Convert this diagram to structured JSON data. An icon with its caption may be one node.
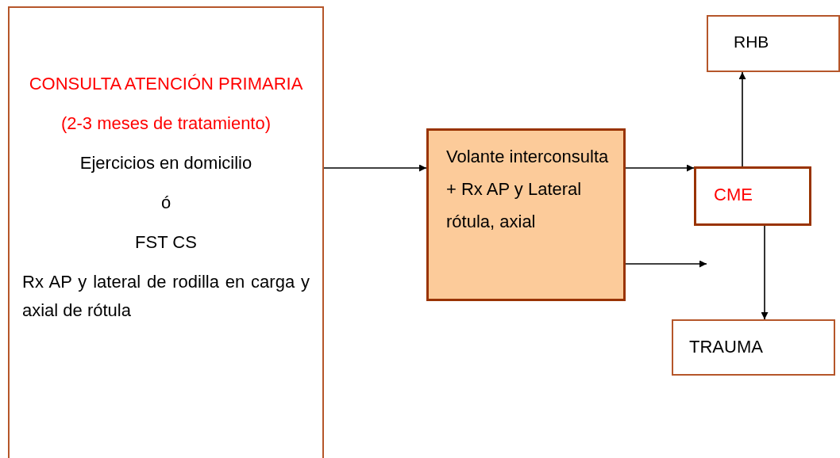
{
  "diagram": {
    "nodes": [
      {
        "text": [
          "CONSULTA ATENCIÓN PRIMARIA",
          "(2-3 meses de tratamiento)",
          "Ejercicios en domicilio",
          "ó",
          "FST CS",
          "Rx AP y lateral de rodilla en carga y axial de rótula"
        ]
      },
      {
        "text": [
          "Volante interconsulta + Rx AP y Lateral rótula, axial"
        ]
      },
      {
        "text": [
          "CME"
        ]
      },
      {
        "text": [
          "RHB"
        ]
      },
      {
        "text": [
          "TRAUMA"
        ]
      }
    ],
    "edges": [
      {
        "from": 0,
        "to": 1,
        "arrow": "to"
      },
      {
        "from": 1,
        "to": 2,
        "arrow": "to"
      },
      {
        "from": 1,
        "to": null,
        "arrow": "to"
      },
      {
        "from": 2,
        "to": 3,
        "arrow": "to"
      },
      {
        "from": 2,
        "to": 4,
        "arrow": "to"
      }
    ]
  }
}
